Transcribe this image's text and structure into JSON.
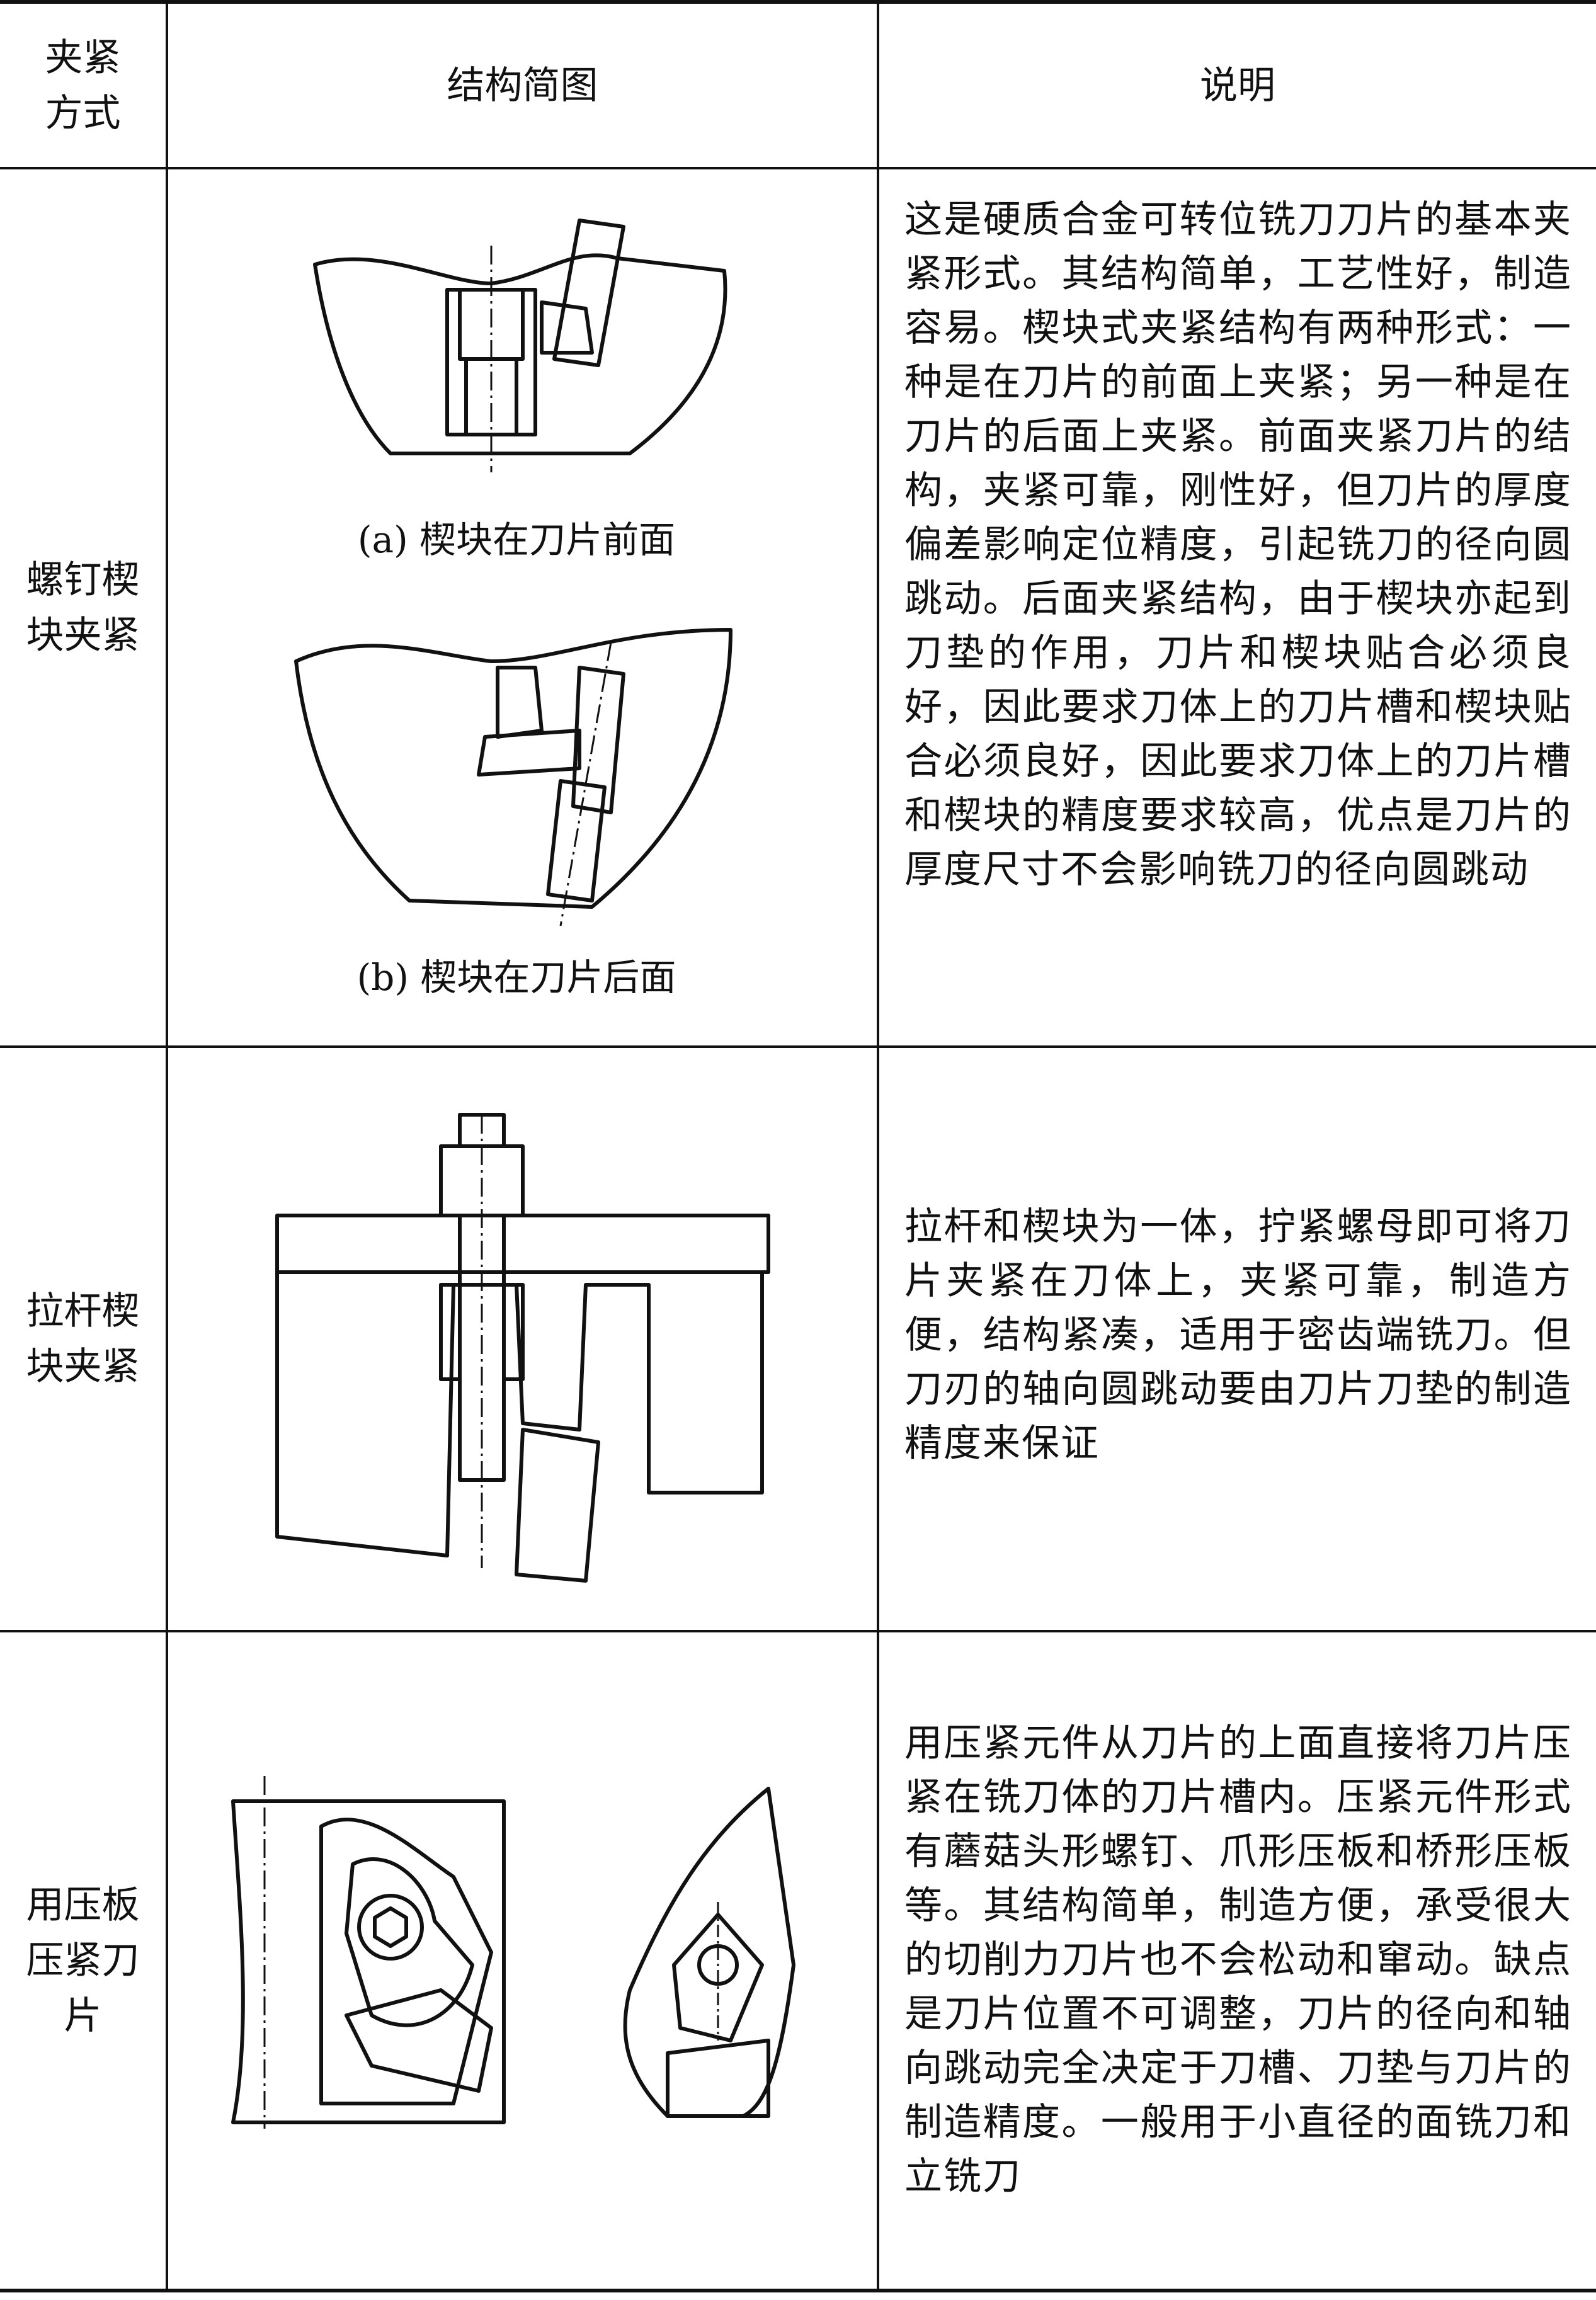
{
  "header": {
    "col1": "夹紧方式",
    "col2": "结构简图",
    "col3": "说明"
  },
  "rows": [
    {
      "method": "螺钉楔块夹紧",
      "captions": [
        "(a) 楔块在刀片前面",
        "(b) 楔块在刀片后面"
      ],
      "description": "这是硬质合金可转位铣刀刀片的基本夹紧形式。其结构简单，工艺性好，制造容易。楔块式夹紧结构有两种形式：一种是在刀片的前面上夹紧；另一种是在刀片的后面上夹紧。前面夹紧刀片的结构，夹紧可靠，刚性好，但刀片的厚度偏差影响定位精度，引起铣刀的径向圆跳动。后面夹紧结构，由于楔块亦起到刀垫的作用，刀片和楔块贴合必须良好，因此要求刀体上的刀片槽和楔块贴合必须良好，因此要求刀体上的刀片槽和楔块的精度要求较高，优点是刀片的厚度尺寸不会影响铣刀的径向圆跳动"
    },
    {
      "method": "拉杆楔块夹紧",
      "captions": [],
      "description": "拉杆和楔块为一体，拧紧螺母即可将刀片夹紧在刀体上，夹紧可靠，制造方便，结构紧凑，适用于密齿端铣刀。但刀刃的轴向圆跳动要由刀片刀垫的制造精度来保证"
    },
    {
      "method": "用压板压紧刀片",
      "captions": [],
      "description": "用压紧元件从刀片的上面直接将刀片压紧在铣刀体的刀片槽内。压紧元件形式有蘑菇头形螺钉、爪形压板和桥形压板等。其结构简单，制造方便，承受很大的切削力刀片也不会松动和窜动。缺点是刀片位置不可调整，刀片的径向和轴向跳动完全决定于刀槽、刀垫与刀片的制造精度。一般用于小直径的面铣刀和立铣刀"
    }
  ]
}
